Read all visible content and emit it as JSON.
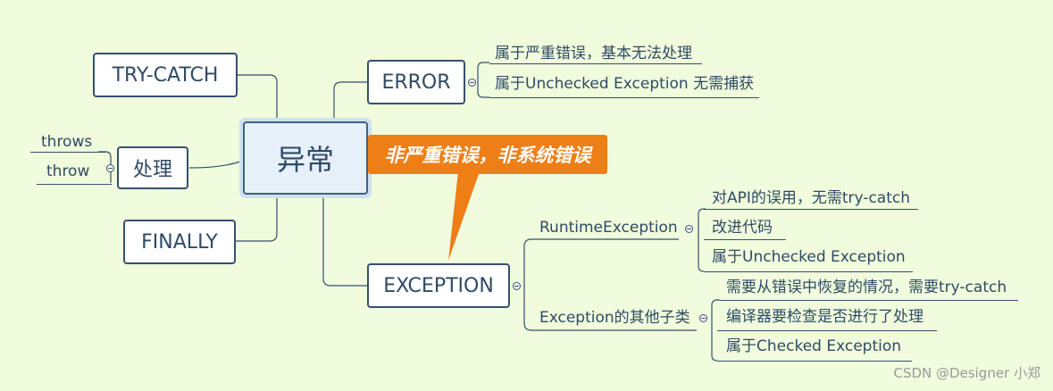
{
  "root": {
    "label": "异常"
  },
  "left_branches": {
    "try_catch": "TRY-CATCH",
    "handle": {
      "label": "处理",
      "children": [
        "throws",
        "throw"
      ]
    },
    "finally": "FINALLY"
  },
  "error": {
    "label": "ERROR",
    "children": [
      "属于严重错误，基本无法处理",
      "属于Unchecked Exception 无需捕获"
    ]
  },
  "callout": "非严重错误，非系统错误",
  "exception": {
    "label": "EXCEPTION",
    "runtime": {
      "label": "RuntimeException",
      "children": [
        "对API的误用，无需try-catch",
        "改进代码",
        "属于Unchecked Exception"
      ]
    },
    "other": {
      "label": "Exception的其他子类",
      "children": [
        "需要从错误中恢复的情况，需要try-catch",
        "编译器要检查是否进行了处理",
        "属于Checked Exception"
      ]
    }
  },
  "watermark": "CSDN @Designer 小郑",
  "colors": {
    "background": "#f0fcdc",
    "border": "#34506e",
    "text": "#2f4a66",
    "callout": "#ee7e16"
  }
}
